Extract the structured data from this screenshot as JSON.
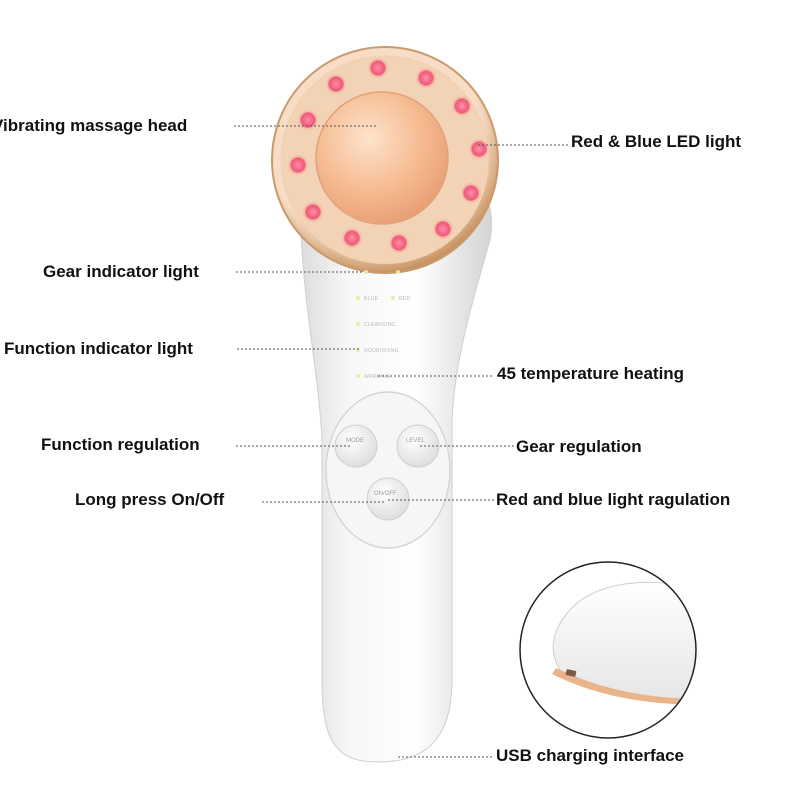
{
  "labels": {
    "vibrating_head": "Vibrating massage head",
    "red_blue_led": "Red & Blue LED light",
    "gear_indicator": "Gear indicator light",
    "function_indicator": "Function indicator light",
    "temperature_heating": "45 temperature heating",
    "function_regulation": "Function regulation",
    "gear_regulation": "Gear regulation",
    "long_press": "Long press On/Off",
    "red_blue_regulation": "Red and blue light ragulation",
    "usb_charging": "USB charging interface"
  },
  "device": {
    "indicator_row1_left": "BLUE",
    "indicator_row1_right": "RED",
    "indicator_cleansing": "CLEANSING",
    "indicator_nourishing": "NOURISHING",
    "indicator_warming": "WARMING",
    "btn_mode": "MODE",
    "btn_level": "LEVEL",
    "btn_onoff": "ON/OFF"
  },
  "colors": {
    "led_red": "#f05a7a",
    "plate_gold": "#f2b48a",
    "rim_gold": "#d9a87a",
    "body_white": "#f4f4f4"
  }
}
